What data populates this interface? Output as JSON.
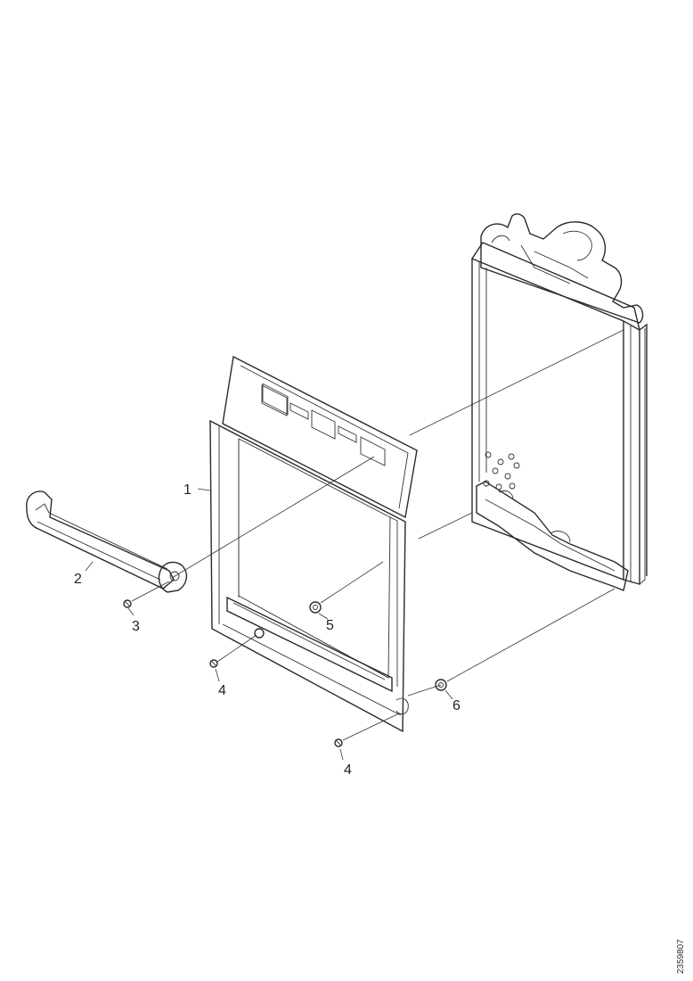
{
  "diagram": {
    "callouts": {
      "part_1": "1",
      "part_2": "2",
      "part_3": "3",
      "part_4a": "4",
      "part_4b": "4",
      "part_5": "5",
      "part_6": "6"
    },
    "document_id": "2359807"
  }
}
